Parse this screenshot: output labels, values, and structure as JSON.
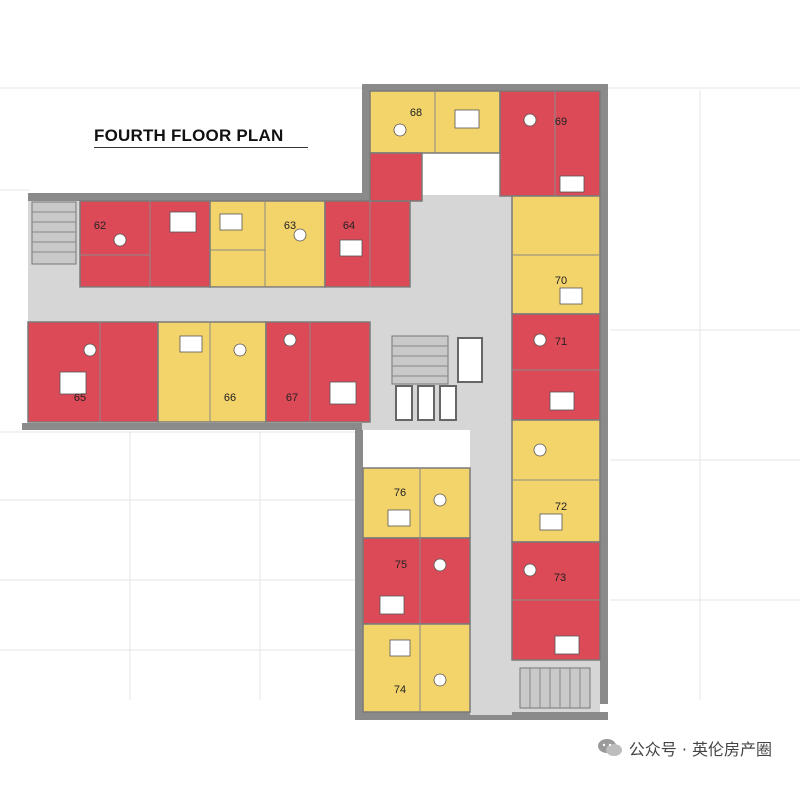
{
  "plan": {
    "title": "FOURTH FLOOR PLAN",
    "units": [
      {
        "number": "62",
        "type": "red"
      },
      {
        "number": "63",
        "type": "yellow"
      },
      {
        "number": "64",
        "type": "red"
      },
      {
        "number": "65",
        "type": "red"
      },
      {
        "number": "66",
        "type": "yellow"
      },
      {
        "number": "67",
        "type": "red"
      },
      {
        "number": "68",
        "type": "yellow"
      },
      {
        "number": "69",
        "type": "red"
      },
      {
        "number": "70",
        "type": "yellow"
      },
      {
        "number": "71",
        "type": "red"
      },
      {
        "number": "72",
        "type": "yellow"
      },
      {
        "number": "73",
        "type": "red"
      },
      {
        "number": "74",
        "type": "yellow"
      },
      {
        "number": "75",
        "type": "red"
      },
      {
        "number": "76",
        "type": "yellow"
      }
    ]
  },
  "colors": {
    "red_unit": "#dc4a57",
    "yellow_unit": "#f3d46b",
    "corridor": "#d6d6d6",
    "wall": "#8a8a8a",
    "stair": "#c9c9c9"
  },
  "watermark": {
    "text": "公众号 · 英伦房产圈",
    "icon": "wechat-icon"
  }
}
